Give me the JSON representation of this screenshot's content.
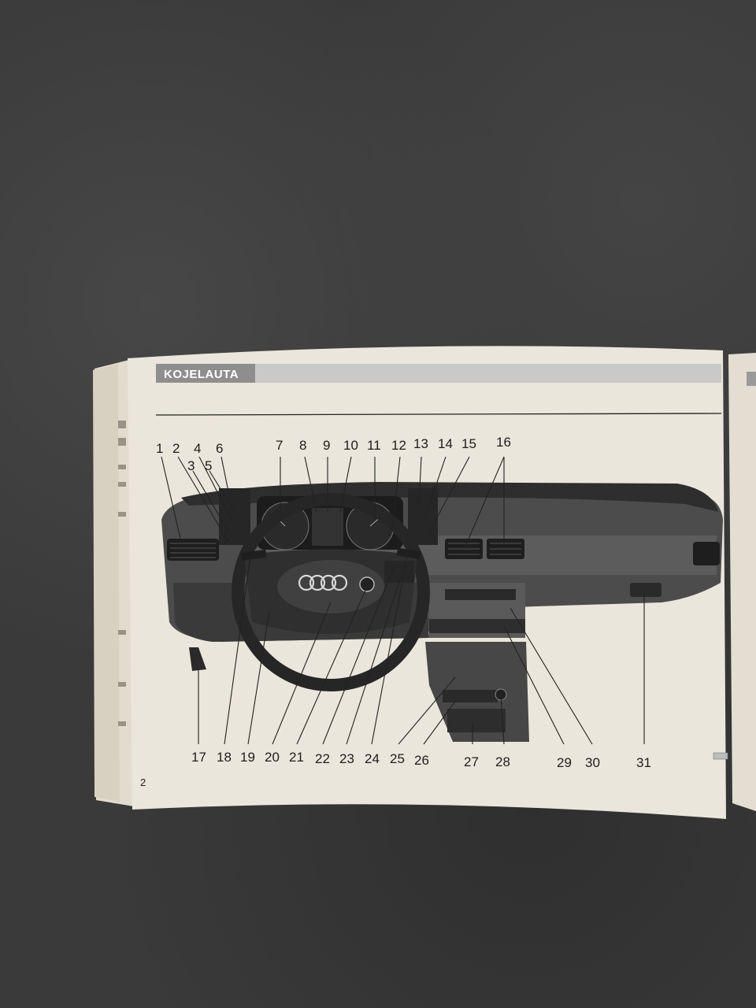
{
  "page": {
    "header_title": "KOJELAUTA",
    "page_number": "2"
  },
  "callouts": {
    "top": [
      "1",
      "2",
      "3",
      "4",
      "5",
      "6",
      "7",
      "8",
      "9",
      "10",
      "11",
      "12",
      "13",
      "14",
      "15",
      "16"
    ],
    "bottom": [
      "17",
      "18",
      "19",
      "20",
      "21",
      "22",
      "23",
      "24",
      "25",
      "26",
      "27",
      "28",
      "29",
      "30",
      "31"
    ]
  },
  "colors": {
    "background": "#3a3a3a",
    "paper": "#ebe6dc",
    "header_band": "#c9c9c9",
    "header_tab": "#8e8e8e",
    "ink": "#1d1d1d"
  }
}
